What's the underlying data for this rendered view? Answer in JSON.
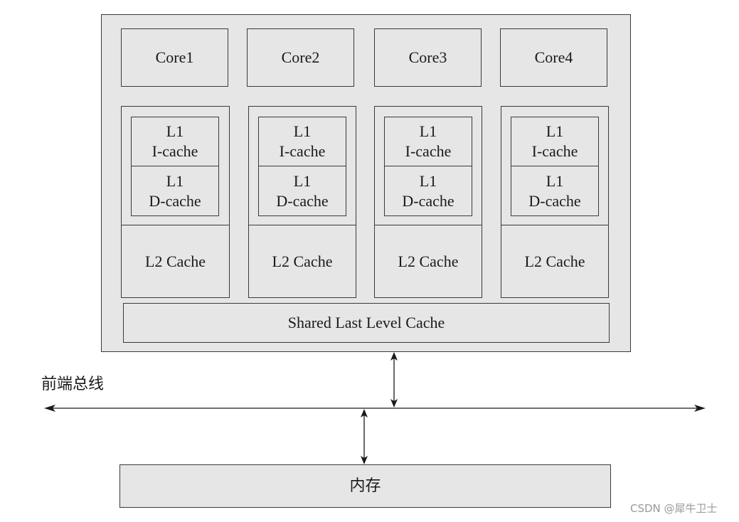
{
  "chip": {
    "cores": [
      {
        "name": "Core1",
        "l1_i": [
          "L1",
          "I-cache"
        ],
        "l1_d": [
          "L1",
          "D-cache"
        ],
        "l2": "L2 Cache"
      },
      {
        "name": "Core2",
        "l1_i": [
          "L1",
          "I-cache"
        ],
        "l1_d": [
          "L1",
          "D-cache"
        ],
        "l2": "L2 Cache"
      },
      {
        "name": "Core3",
        "l1_i": [
          "L1",
          "I-cache"
        ],
        "l1_d": [
          "L1",
          "D-cache"
        ],
        "l2": "L2 Cache"
      },
      {
        "name": "Core4",
        "l1_i": [
          "L1",
          "I-cache"
        ],
        "l1_d": [
          "L1",
          "D-cache"
        ],
        "l2": "L2 Cache"
      }
    ],
    "shared_cache": "Shared Last Level Cache"
  },
  "bus": {
    "label": "前端总线"
  },
  "memory": {
    "label": "内存"
  },
  "watermark": "CSDN @犀牛卫士",
  "colors": {
    "box_fill": "#e6e6e6",
    "stroke": "#3a3a3a"
  }
}
